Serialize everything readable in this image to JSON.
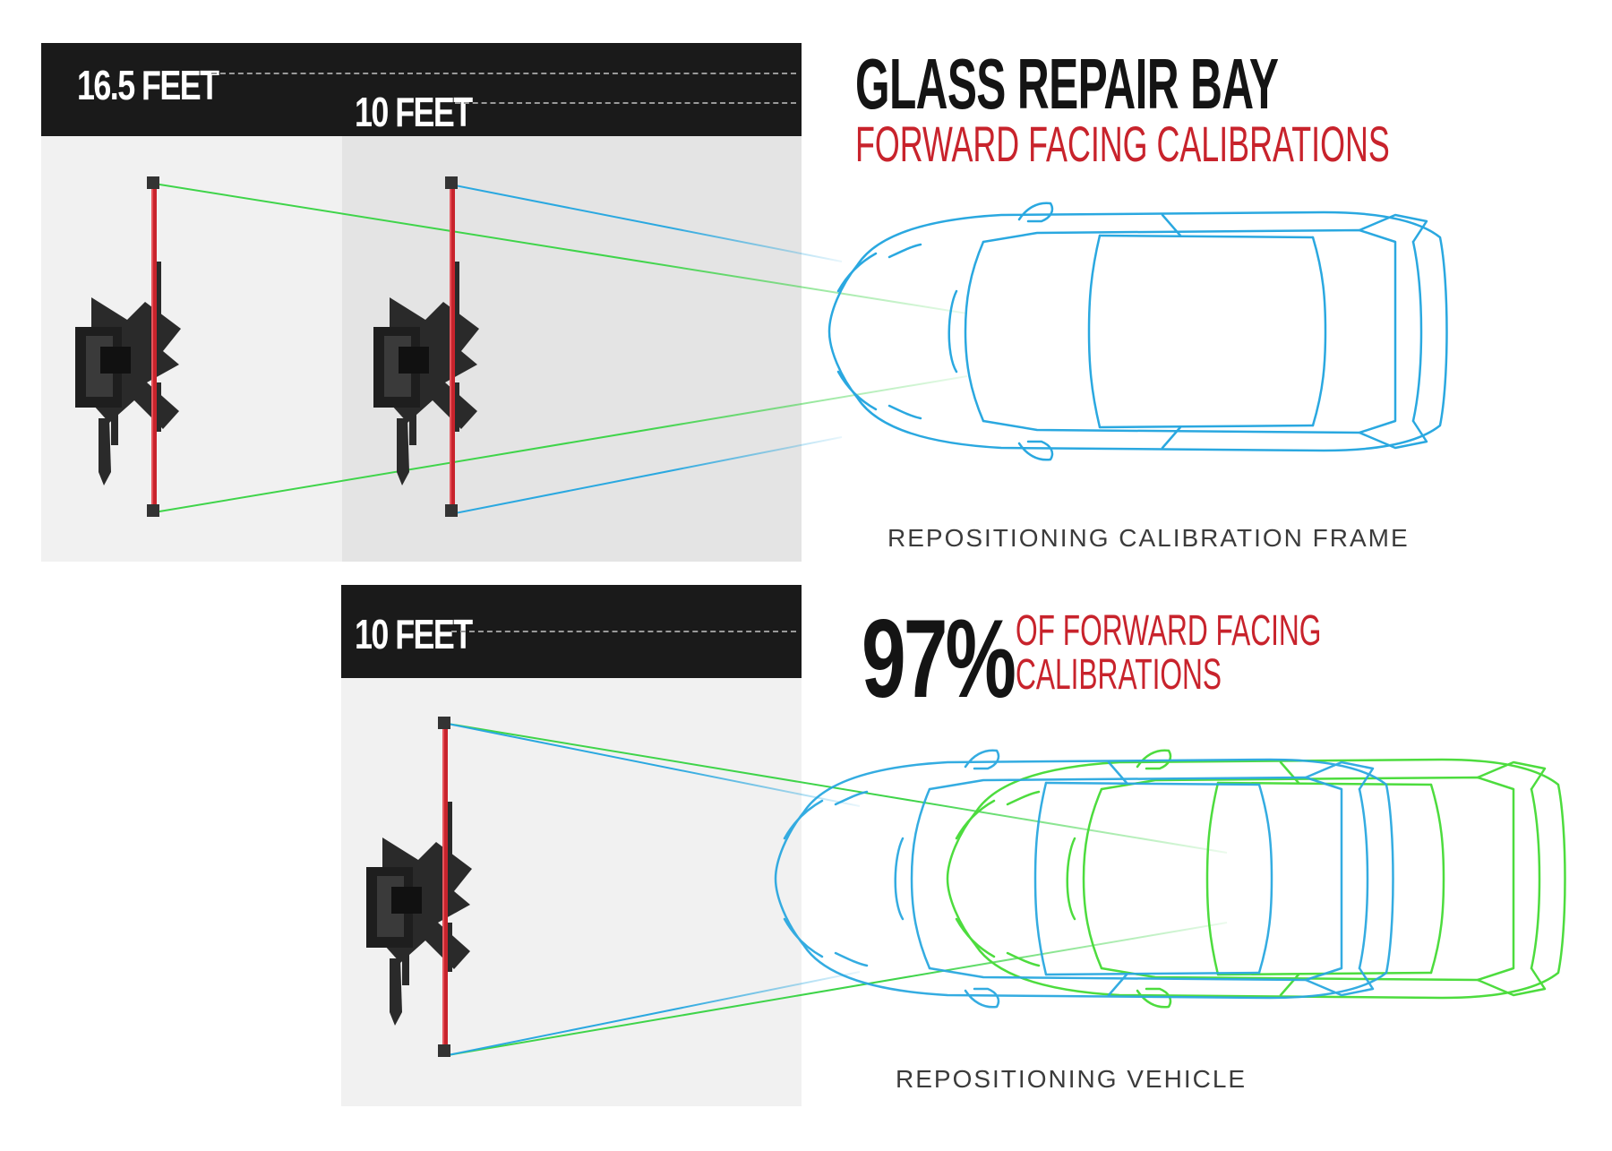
{
  "top": {
    "bar_far": "16.5 FEET",
    "bar_near": "10 FEET",
    "title": "GLASS REPAIR BAY",
    "subtitle": "FORWARD FACING CALIBRATIONS",
    "caption": "REPOSITIONING CALIBRATION FRAME"
  },
  "bottom": {
    "bar": "10 FEET",
    "stat_value": "97%",
    "stat_text_line1": "OF FORWARD FACING",
    "stat_text_line2": "CALIBRATIONS",
    "caption": "REPOSITIONING VEHICLE"
  },
  "colors": {
    "accent_red": "#c8232c",
    "beam_green": "#3fd44a",
    "beam_blue": "#2aa8e0",
    "car_blue": "#2aa8e0",
    "car_green": "#4ddc3e",
    "bar_black": "#1a1a1a"
  }
}
